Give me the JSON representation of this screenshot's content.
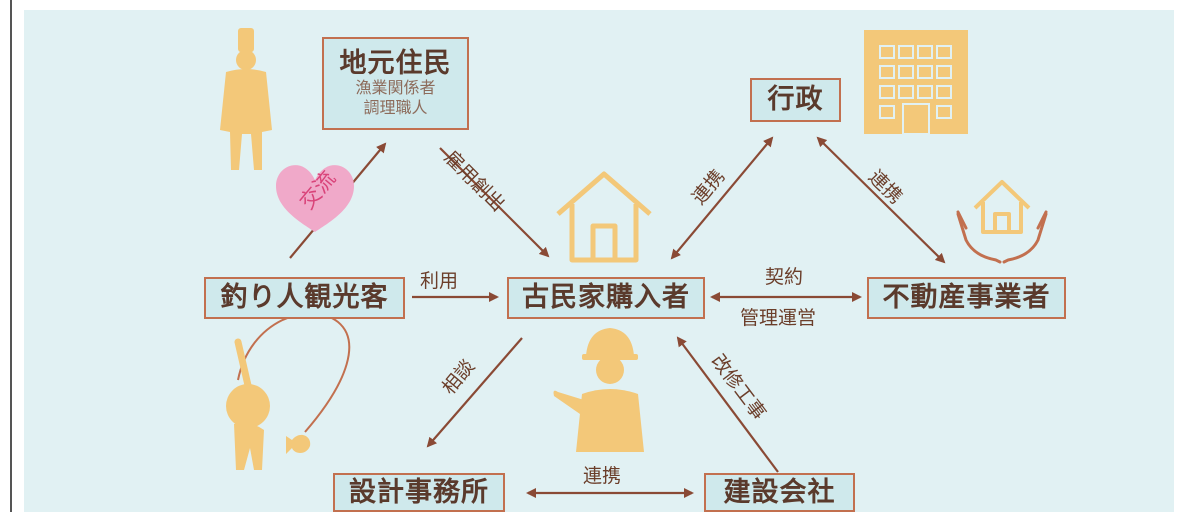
{
  "nodes": {
    "locals": {
      "title": "地元住民",
      "sub1": "漁業関係者",
      "sub2": "調理職人"
    },
    "admin": {
      "title": "行政"
    },
    "tourists": {
      "title": "釣り人観光客"
    },
    "buyer": {
      "title": "古民家購入者"
    },
    "realestate": {
      "title": "不動産事業者"
    },
    "design": {
      "title": "設計事務所"
    },
    "construction": {
      "title": "建設会社"
    }
  },
  "edges": {
    "exchange": "交流",
    "employment": "雇用創出",
    "use": "利用",
    "coop_admin_buyer": "連携",
    "coop_admin_realestate": "連携",
    "contract_line1": "契約",
    "contract_line2": "管理運営",
    "consult": "相談",
    "renovation": "改修工事",
    "coop_design_construction": "連携"
  },
  "colors": {
    "panel": "#e1f1f3",
    "node_fill": "#cfe9ec",
    "node_border": "#c2704f",
    "arrow": "#8a4a35",
    "silhouette": "#f3c879",
    "heart": "#f0a9c9",
    "heart_text": "#d9447a"
  },
  "icons": [
    "chef-icon",
    "building-icon",
    "house-icon",
    "hands-house-icon",
    "fisher-icon",
    "worker-icon",
    "heart-icon"
  ]
}
